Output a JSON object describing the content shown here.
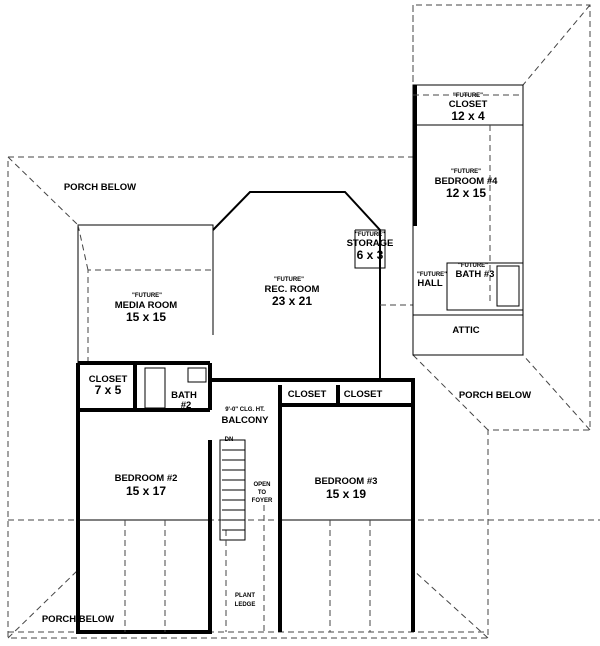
{
  "rooms": {
    "closet_future": {
      "tag": "\"FUTURE\"",
      "name": "CLOSET",
      "size": "12 x 4"
    },
    "bedroom4": {
      "tag": "\"FUTURE\"",
      "name": "BEDROOM #4",
      "size": "12 x 15"
    },
    "storage": {
      "tag": "\"FUTURE\"",
      "name": "STORAGE",
      "size": "6 x 3"
    },
    "bath3": {
      "tag": "\"FUTURE\"",
      "name": "BATH #3"
    },
    "hall": {
      "tag": "\"FUTURE\"",
      "name": "HALL"
    },
    "attic": {
      "name": "ATTIC"
    },
    "rec_room": {
      "tag": "\"FUTURE\"",
      "name": "REC. ROOM",
      "size": "23 x 21"
    },
    "media_room": {
      "tag": "\"FUTURE\"",
      "name": "MEDIA ROOM",
      "size": "15 x 15"
    },
    "closet_b2": {
      "name": "CLOSET",
      "size": "7 x 5"
    },
    "bath2": {
      "name": "BATH",
      "num": "#2"
    },
    "balcony": {
      "note": "9'-0\" CLG. HT.",
      "name": "BALCONY"
    },
    "closet_b3a": {
      "name": "CLOSET"
    },
    "closet_b3b": {
      "name": "CLOSET"
    },
    "bedroom2": {
      "name": "BEDROOM #2",
      "size": "15 x 17"
    },
    "bedroom3": {
      "name": "BEDROOM #3",
      "size": "15 x 19"
    },
    "open_to_foyer": {
      "l1": "OPEN",
      "l2": "TO",
      "l3": "FOYER"
    },
    "stair": {
      "label": "DN"
    },
    "plant_ledge": {
      "l1": "PLANT",
      "l2": "LEDGE"
    }
  },
  "porch_labels": [
    "PORCH BELOW",
    "PORCH BELOW",
    "PORCH BELOW"
  ]
}
